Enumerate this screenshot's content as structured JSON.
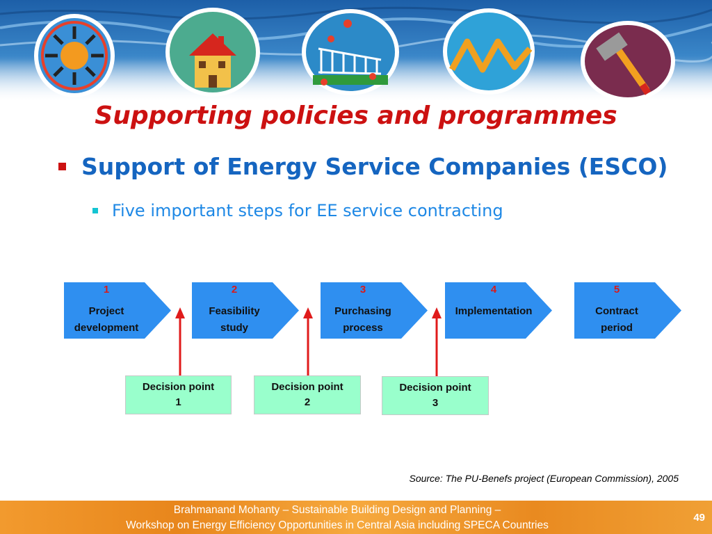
{
  "slide": {
    "title": "Supporting policies and programmes",
    "bullet_1": "Support of Energy Service Companies (ESCO)",
    "bullet_2": "Five important steps for EE service contracting"
  },
  "steps": [
    {
      "number": "1",
      "line1": "Project",
      "line2": "development"
    },
    {
      "number": "2",
      "line1": "Feasibility",
      "line2": "study"
    },
    {
      "number": "3",
      "line1": "Purchasing",
      "line2": "process"
    },
    {
      "number": "4",
      "line1": "Implementation",
      "line2": ""
    },
    {
      "number": "5",
      "line1": "Contract",
      "line2": "period"
    }
  ],
  "decisions": [
    {
      "line1": "Decision point",
      "line2": "1"
    },
    {
      "line1": "Decision point",
      "line2": "2"
    },
    {
      "line1": "Decision point",
      "line2": "3"
    }
  ],
  "source": "Source: The PU-Benefs project (European Commission), 2005",
  "footer": {
    "line1": "Brahmanand Mohanty – Sustainable Building Design and Planning –",
    "line2": "Workshop on Energy Efficiency Opportunities in Central Asia including SPECA Countries",
    "page_number": "49"
  },
  "colors": {
    "title": "#cc1111",
    "heading": "#1565c0",
    "subheading": "#1e88e5",
    "step_fill": "#2f8ff0",
    "step_number": "#d81b1b",
    "decision_fill": "#99ffcc",
    "arrow": "#e01b1b",
    "footer": "#ee9127"
  },
  "icons": [
    "sun-icon",
    "house-icon",
    "fence-flowers-icon",
    "ruler-icon",
    "hammer-icon"
  ]
}
